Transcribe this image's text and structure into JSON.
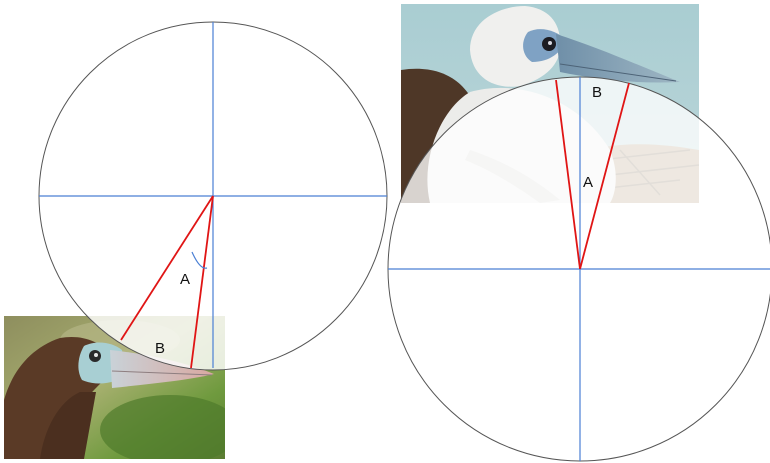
{
  "labels": {
    "left_angle": "A",
    "left_arc": "B",
    "right_angle": "A",
    "right_arc": "B"
  },
  "colors": {
    "circle_stroke": "#555555",
    "axis_line": "#4a7fd4",
    "angle_ray": "#e01515",
    "background": "#ffffff"
  },
  "photos": {
    "left": "brown-booby-head-photo",
    "right": "red-footed-booby-white-morph-photo"
  }
}
